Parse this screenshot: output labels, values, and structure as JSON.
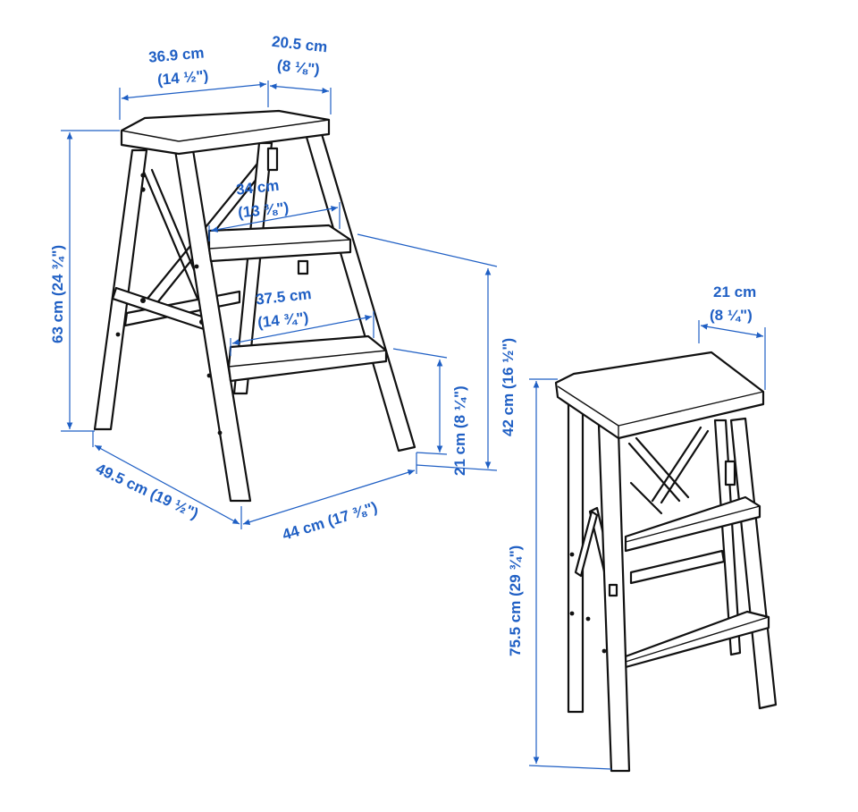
{
  "colors": {
    "ink": "#111111",
    "dimension": "#1f5fc4",
    "background": "#ffffff"
  },
  "dimensions": {
    "top_width": {
      "cm": "36.9 cm",
      "inch": "(14 ½\")"
    },
    "top_depth": {
      "cm": "20.5 cm",
      "inch": "(8 ⅛\")"
    },
    "step1_width": {
      "cm": "34 cm",
      "inch": "(13 ⅜\")"
    },
    "step2_width": {
      "cm": "37.5 cm",
      "inch": "(14 ¾\")"
    },
    "total_height": {
      "text": "63 cm (24 ¾\")"
    },
    "step_height_upper": {
      "text": "42 cm (16 ½\")"
    },
    "step_height_lower": {
      "text": "21 cm (8 ¼\")"
    },
    "base_depth": {
      "text": "49.5 cm (19 ½\")"
    },
    "base_width": {
      "text": "44 cm (17 ⅜\")"
    },
    "folded_depth": {
      "cm": "21 cm",
      "inch": "(8 ¼\")"
    },
    "folded_height": {
      "text": "75.5 cm (29 ¾\")"
    }
  }
}
